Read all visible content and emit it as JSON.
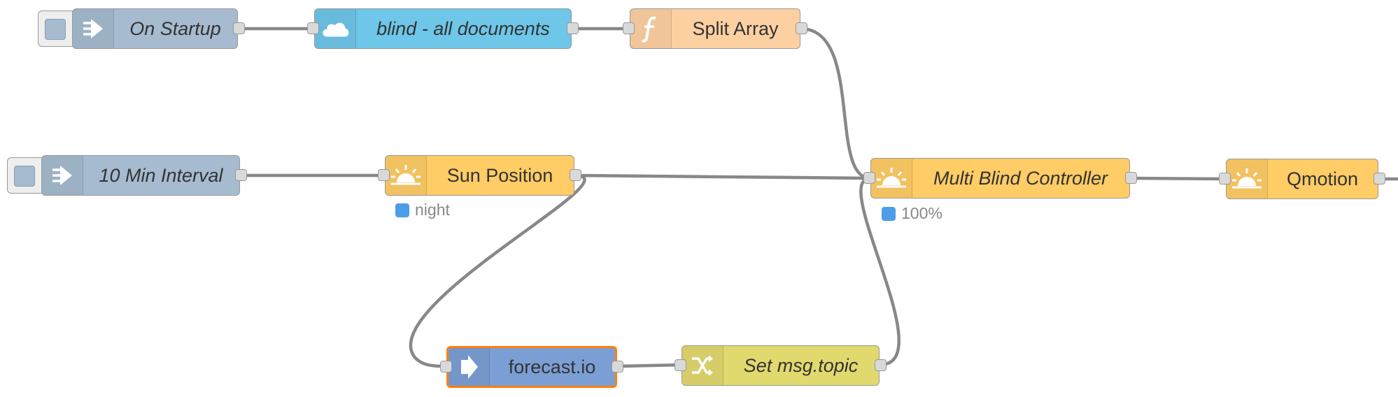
{
  "nodes": {
    "on_startup": {
      "label": "On Startup",
      "color": "#a6bbcf",
      "icon": "inject-arrow-icon"
    },
    "blind_docs": {
      "label": "blind - all documents",
      "color": "#6ec6e8",
      "icon": "cloud-icon"
    },
    "split_array": {
      "label": "Split Array",
      "color": "#fdd0a2",
      "icon": "function-icon"
    },
    "ten_min": {
      "label": "10 Min Interval",
      "color": "#a6bbcf",
      "icon": "inject-arrow-icon"
    },
    "sun_position": {
      "label": "Sun Position",
      "color": "#ffcc66",
      "icon": "sunrise-icon",
      "status": "night",
      "status_color": "#4d9de8"
    },
    "multi_blind": {
      "label": "Multi Blind Controller",
      "color": "#ffcc66",
      "icon": "sunrise-icon",
      "status": "100%",
      "status_color": "#4d9de8"
    },
    "qmotion": {
      "label": "Qmotion",
      "color": "#ffcc66",
      "icon": "sunrise-icon"
    },
    "forecast": {
      "label": "forecast.io",
      "color": "#7b9fd4",
      "icon": "link-arrow-icon"
    },
    "set_topic": {
      "label": "Set msg.topic",
      "color": "#e2d96e",
      "icon": "shuffle-icon"
    }
  },
  "colors": {
    "wire": "#888888",
    "port": "#d9d9d9",
    "selection": "#ff7f0e"
  }
}
